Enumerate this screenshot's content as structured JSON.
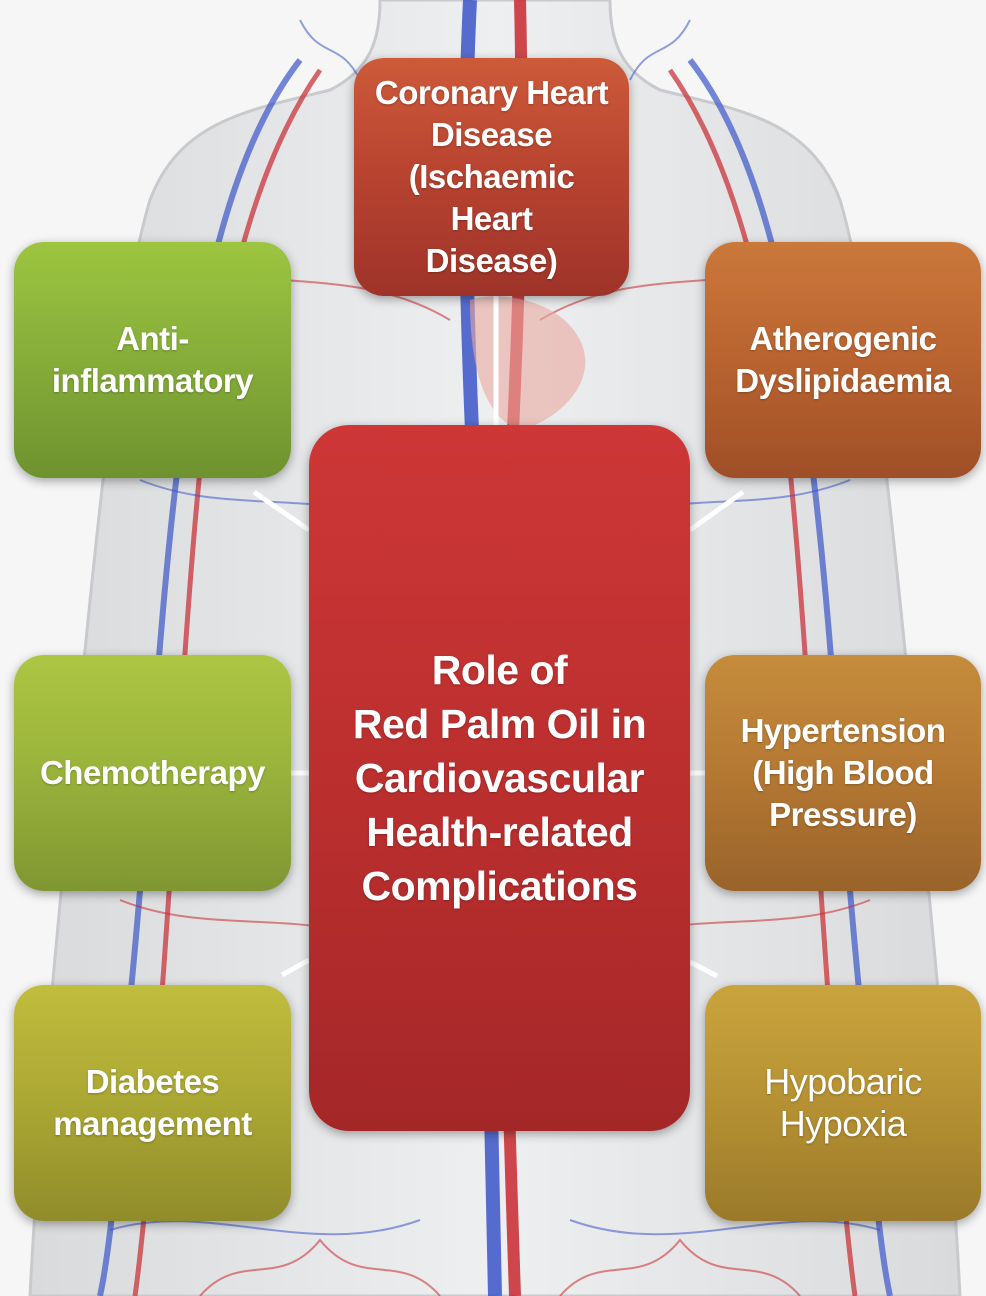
{
  "center": {
    "label": "Role of\nRed Palm Oil in\nCardiovascular\nHealth-related\nComplications"
  },
  "nodes": {
    "coronary": "Coronary Heart\nDisease\n(Ischaemic Heart\nDisease)",
    "anti_inflammatory": "Anti-\ninflammatory",
    "atherogenic": "Atherogenic\nDyslipidaemia",
    "chemotherapy": "Chemotherapy",
    "hypertension": "Hypertension\n(High Blood\nPressure)",
    "diabetes": "Diabetes\nmanagement",
    "hypobaric": "Hypobaric\nHypoxia"
  },
  "colors": {
    "center": "#bf2f2f",
    "coronary": "#b74330",
    "anti_inflammatory": "#85ad39",
    "atherogenic": "#b96330",
    "chemotherapy": "#99b23b",
    "hypertension": "#b57833",
    "diabetes": "#aba733",
    "hypobaric": "#b69133",
    "connector": "#ffffff"
  }
}
